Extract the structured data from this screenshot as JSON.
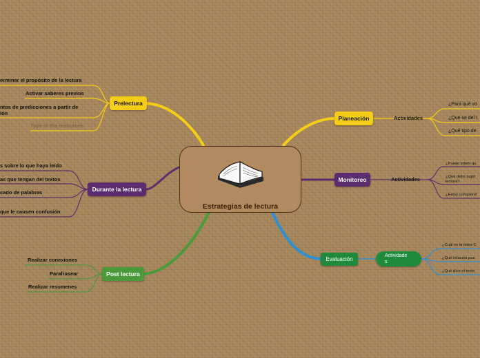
{
  "central": {
    "title": "Estrategias de lectura",
    "icon": "open-book-icon"
  },
  "colors": {
    "background": "#a8885e",
    "yellow": "#f5cd16",
    "purple": "#5a2e6e",
    "green": "#4a9a3c",
    "blue": "#2f8fd3",
    "dark_green": "#1f8a3c"
  },
  "branches": {
    "prelectura": {
      "label": "Prelectura",
      "items": [
        "erminar el propósito de la lectura",
        "Activar saberes previos",
        "ntos de predicciones a partir de",
        "ión",
        "Type in the resources"
      ]
    },
    "durante": {
      "label": "Durante la lectura",
      "items": [
        "s sobre lo que haya leído",
        "as que tengan del textos",
        "cado de palabras",
        "que le causen confusión"
      ]
    },
    "post": {
      "label": "Post lectura",
      "items": [
        "Realizar conexiones",
        "Parafrasear",
        "Realizar resumenes"
      ]
    },
    "planeacion": {
      "label": "Planeación",
      "sub_label": "Actividades",
      "items": [
        "¿Para qué vo",
        "¿Que se del t",
        "¿Qué tipo de"
      ]
    },
    "monitoreo": {
      "label": "Monitoreo",
      "sub_label": "Actividades",
      "items": [
        "¿Puedo inferir qu",
        "¿Qué debo supri",
        "lectura?",
        "¿Estoy comprend"
      ]
    },
    "evaluacion": {
      "label": "Evaluación",
      "sub_label_line1": "Actividade",
      "sub_label_line2": "s",
      "items": [
        "¿Cuál es la tema C",
        "¿Qué relación pue",
        "¿Qué dice el texto"
      ]
    }
  }
}
